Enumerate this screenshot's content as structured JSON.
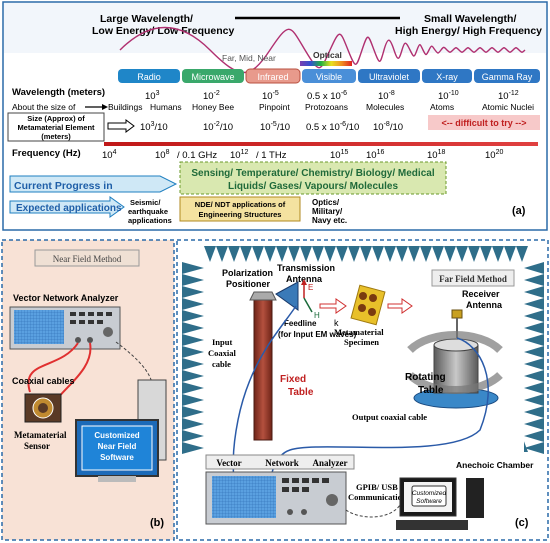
{
  "panel_a": {
    "header_left": [
      "Large Wavelength/",
      "Low Energy/ Low Frequency"
    ],
    "header_right": [
      "Small Wavelength/",
      "High Energy/ High Frequency"
    ],
    "ir_sub": "Far, Mid, Near",
    "optical": "Optical",
    "bands": [
      "Radio",
      "Microwave",
      "Infrared",
      "Visible",
      "Ultraviolet",
      "X-ray",
      "Gamma Ray"
    ],
    "wavelength_label": "Wavelength (meters)",
    "wavelengths": [
      "10",
      "10",
      "10",
      "0.5 x 10",
      "10",
      "10",
      "10"
    ],
    "wavelength_exps": [
      "3",
      "-2",
      "-5",
      "-6",
      "-8",
      "-10",
      "-12"
    ],
    "about_label": "About the size of",
    "about_items": [
      "Buildings",
      "Humans",
      "Honey Bee",
      "Pinpoint",
      "Protozoans",
      "Molecules",
      "Atoms",
      "Atomic Nuclei"
    ],
    "size_label": [
      "Size (Approx) of",
      "Metamaterial Element",
      "(meters)"
    ],
    "sizes": [
      "10",
      "10",
      "10",
      "0.5 x 10",
      "10"
    ],
    "size_exps": [
      "3",
      "-2",
      "-5",
      "-6",
      "-8"
    ],
    "size_div": "/10",
    "difficult": "<-- difficult to try -->",
    "freq_label": "Frequency (Hz)",
    "freq_ticks": [
      "10",
      "10",
      "/ 0.1 GHz",
      "10",
      "/ 1 THz",
      "10",
      "10",
      "10",
      "10"
    ],
    "freq_exps": [
      "4",
      "8",
      "",
      "12",
      "",
      "15",
      "16",
      "18",
      "20"
    ],
    "progress_label": "Current Progress in",
    "progress_text": [
      "Sensing/ Temperature/ Chemistry/ Biology/ Medical",
      "Liquids/ Gases/ Vapours/ Molecules"
    ],
    "expected_label": "Expected applications",
    "seismic": [
      "Seismic/",
      "earthquake",
      "applications"
    ],
    "ndt": [
      "NDE/ NDT applications of",
      "Engineering Structures"
    ],
    "optics": [
      "Optics/",
      "Military/",
      "Navy etc."
    ],
    "tag": "(a)"
  },
  "panel_b": {
    "title": "Near Field Method",
    "vna": "Vector Network Analyzer",
    "cables": "Coaxial cables",
    "sensor": [
      "Metamaterial",
      "Sensor"
    ],
    "software": [
      "Customized",
      "Near Field",
      "Software"
    ],
    "tag": "(b)"
  },
  "panel_c": {
    "far_title": "Far Field Method",
    "polarization": [
      "Polarization",
      "Positioner"
    ],
    "transmission": [
      "Transmission",
      "Antenna"
    ],
    "receiver": [
      "Receiver",
      "Antenna"
    ],
    "e": "E",
    "h": "H",
    "k": "k",
    "feedline": [
      "Feedline",
      "(for Input EM waves)"
    ],
    "input_coax": [
      "Input",
      "Coaxial",
      "cable"
    ],
    "fixed_table": [
      "Fixed",
      "Table"
    ],
    "specimen": [
      "Metamaterial",
      "Specimen"
    ],
    "rotating": [
      "Rotating",
      "Table"
    ],
    "output_coax": "Output coaxial cable",
    "vna_words": [
      "Vector",
      "Network",
      "Analyzer"
    ],
    "gpib": [
      "GPIB/ USB",
      "Communication"
    ],
    "software": [
      "Customized",
      "Software"
    ],
    "anechoic": "Anechoic Chamber",
    "tag": "(c)"
  },
  "colors": {
    "radio": "#1f86c8",
    "microwave": "#3aa86b",
    "infrared": "#e89a8c",
    "visible": "#4a8fd8",
    "ultraviolet": "#2f77c4",
    "xray": "#2f77c4",
    "gamma": "#2f77c4",
    "progress": "#d9e8b0",
    "panel_b_bg": "#f8e2d6",
    "table_red": "#9b3a2f"
  }
}
